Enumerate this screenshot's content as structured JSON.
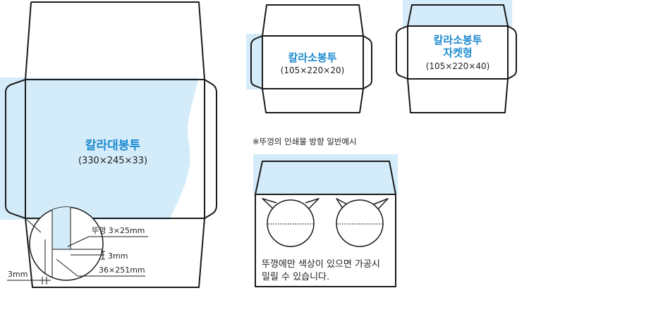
{
  "colors": {
    "light_blue": "#d4ecfa",
    "title_blue": "#1e8bd0",
    "line": "#1a1a1a"
  },
  "large_envelope": {
    "name": "칼라대봉투",
    "size": "(330×245×33)",
    "callouts": {
      "flap": "뚜껑 3×25mm",
      "gap": "3mm",
      "body": "36×251mm",
      "side": "3mm"
    }
  },
  "small_envelope": {
    "name": "칼라소봉투",
    "size": "(105×220×20)"
  },
  "jacket_envelope": {
    "name_line1": "칼라소봉투",
    "name_line2": "자켓형",
    "size": "(105×220×40)"
  },
  "note": {
    "heading": "※뚜껑의 인쇄물 방향 일반예시",
    "line1": "뚜껑에만 색상이 있으면 가공시",
    "line2": "밀릴 수 있습니다."
  }
}
